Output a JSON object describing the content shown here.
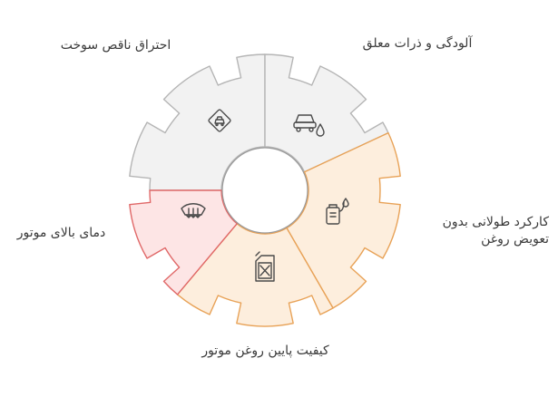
{
  "segments": [
    {
      "label": "احتراق ناقص سوخت",
      "icon": "road-warning-sign-icon"
    },
    {
      "label": "آلودگی و ذرات معلق",
      "icon": "car-oil-drop-icon"
    },
    {
      "label_line1": "کارکرد طولانی بدون",
      "label_line2": "تعویض روغن",
      "icon": "oil-can-drop-icon"
    },
    {
      "label": "کیفیت پایین روغن موتور",
      "icon": "fuel-jerrycan-icon"
    },
    {
      "label": "دمای بالای موتور",
      "icon": "engine-overheat-icon"
    }
  ],
  "colors": {
    "gray_fill": "#f2f2f2",
    "gray_stroke": "#b5b5b5",
    "orange_fill": "#fdeedd",
    "orange_stroke": "#e8a257",
    "red_fill": "#fde5e5",
    "red_stroke": "#e06868"
  }
}
